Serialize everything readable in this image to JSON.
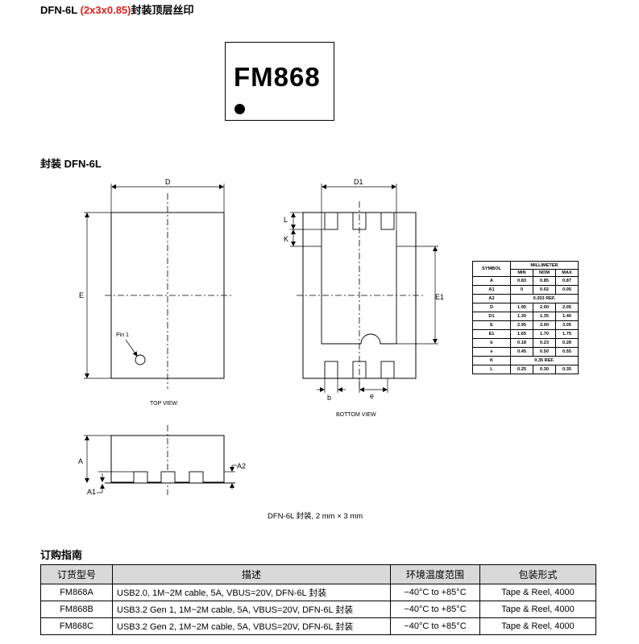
{
  "top_marking": {
    "title_prefix": "DFN-6L",
    "title_size": "(2x3x0.85)",
    "title_suffix": "封装顶层丝印",
    "marking_text": "FM868"
  },
  "package": {
    "title": "封装 DFN-6L",
    "top_view": {
      "label": "TOP VIEW",
      "dim_d": "D",
      "dim_e": "E",
      "pin1": "Pin 1"
    },
    "bottom_view": {
      "label": "BOTTOM VIEW",
      "dim_d1": "D1",
      "dim_e1": "E1",
      "dim_l": "L",
      "dim_k": "K",
      "dim_b": "b",
      "dim_e_pitch": "e"
    },
    "side_view": {
      "dim_a": "A",
      "dim_a1": "A1",
      "dim_a2": "A2"
    },
    "caption": "DFN-6L 封装, 2 mm × 3 mm"
  },
  "dimension_table": {
    "header_symbol": "SYMBOL",
    "header_unit": "MILLIMETER",
    "sub_headers": [
      "MIN",
      "NOM",
      "MAX"
    ],
    "rows": [
      {
        "symbol": "A",
        "min": "0.83",
        "nom": "0.85",
        "max": "0.87"
      },
      {
        "symbol": "A1",
        "min": "0",
        "nom": "0.02",
        "max": "0.05"
      },
      {
        "symbol": "A2",
        "span": "0.203 REF."
      },
      {
        "symbol": "D",
        "min": "1.95",
        "nom": "2.00",
        "max": "2.05"
      },
      {
        "symbol": "D1",
        "min": "1.30",
        "nom": "1.35",
        "max": "1.40"
      },
      {
        "symbol": "E",
        "min": "2.95",
        "nom": "3.00",
        "max": "3.05"
      },
      {
        "symbol": "E1",
        "min": "1.65",
        "nom": "1.70",
        "max": "1.75"
      },
      {
        "symbol": "b",
        "min": "0.18",
        "nom": "0.23",
        "max": "0.28"
      },
      {
        "symbol": "e",
        "min": "0.45",
        "nom": "0.50",
        "max": "0.55"
      },
      {
        "symbol": "K",
        "span": "0.35 REF."
      },
      {
        "symbol": "L",
        "min": "0.25",
        "nom": "0.30",
        "max": "0.35"
      }
    ]
  },
  "ordering": {
    "title": "订购指南",
    "headers": [
      "订货型号",
      "描述",
      "环境温度范围",
      "包装形式"
    ],
    "rows": [
      [
        "FM868A",
        "USB2.0, 1M~2M cable, 5A, VBUS=20V, DFN-6L 封装",
        "−40°C to +85°C",
        "Tape & Reel, 4000"
      ],
      [
        "FM868B",
        "USB3.2 Gen 1, 1M~2M cable, 5A, VBUS=20V, DFN-6L 封装",
        "−40°C to +85°C",
        "Tape & Reel, 4000"
      ],
      [
        "FM868C",
        "USB3.2 Gen 2, 1M~2M cable, 5A, VBUS=20V, DFN-6L 封装",
        "−40°C to +85°C",
        "Tape & Reel, 4000"
      ]
    ]
  }
}
